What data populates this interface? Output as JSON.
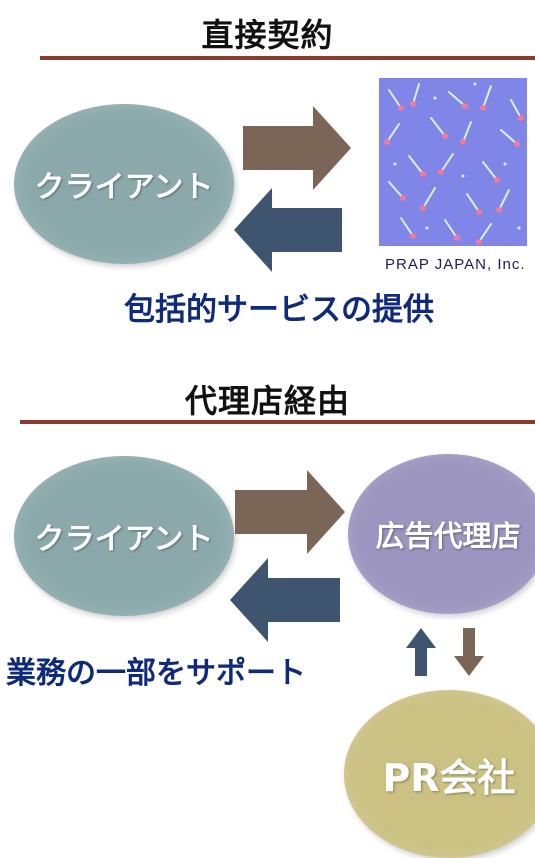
{
  "direct": {
    "title": "直接契約",
    "client_label": "クライアント",
    "logo_text": "PRAP JAPAN, Inc.",
    "caption": "包括的サービスの提供"
  },
  "agency": {
    "title": "代理店経由",
    "client_label": "クライアント",
    "agency_label": "広告代理店",
    "pr_label": "PR会社",
    "caption": "業務の一部をサポート"
  },
  "colors": {
    "rule": "#8a3a2e",
    "client_ellipse": "#8ba9ab",
    "agency_ellipse": "#9b95bf",
    "pr_ellipse": "#cbc183",
    "arrow_right": "#7a6557",
    "arrow_left": "#3f556f",
    "caption": "#0f2a7a",
    "logo_bg": "#7f86e8"
  }
}
